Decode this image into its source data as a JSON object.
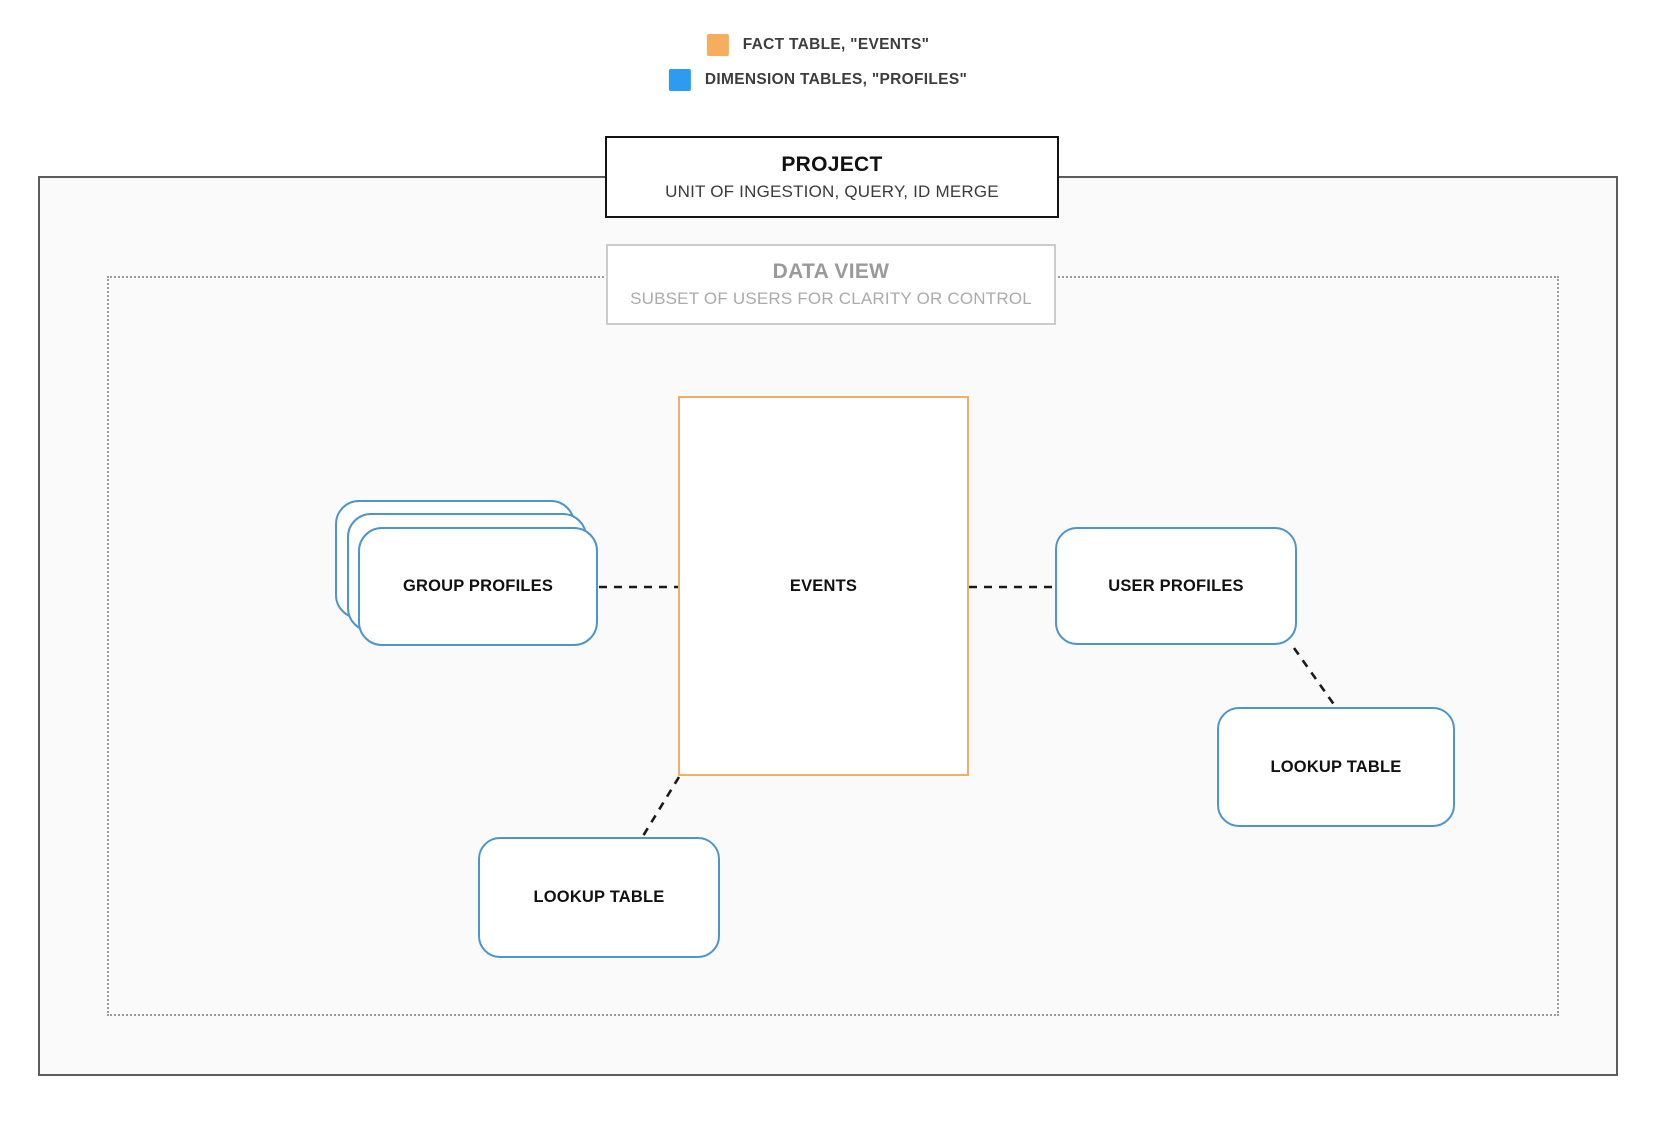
{
  "legend": {
    "items": [
      {
        "label": "FACT TABLE, \"EVENTS\"",
        "color": "#f6ae5e",
        "meaning": "fact-table"
      },
      {
        "label": "DIMENSION TABLES, \"PROFILES\"",
        "color": "#2d9bf0",
        "meaning": "dimension-tables"
      }
    ]
  },
  "project": {
    "title": "PROJECT",
    "subtitle": "UNIT OF INGESTION, QUERY, ID MERGE"
  },
  "data_view": {
    "title": "DATA VIEW",
    "subtitle": "SUBSET OF USERS FOR CLARITY OR CONTROL"
  },
  "nodes": {
    "events": {
      "label": "EVENTS",
      "type": "fact-table"
    },
    "group_profiles": {
      "label": "GROUP PROFILES",
      "type": "dimension-table-stack"
    },
    "user_profiles": {
      "label": "USER PROFILES",
      "type": "dimension-table"
    },
    "lookup_table_right": {
      "label": "LOOKUP TABLE",
      "type": "dimension-table"
    },
    "lookup_table_bottom": {
      "label": "LOOKUP TABLE",
      "type": "dimension-table"
    }
  },
  "connections": [
    {
      "from": "group_profiles",
      "to": "events",
      "style": "dashed"
    },
    {
      "from": "events",
      "to": "user_profiles",
      "style": "dashed"
    },
    {
      "from": "user_profiles",
      "to": "lookup_table_right",
      "style": "dashed"
    },
    {
      "from": "events",
      "to": "lookup_table_bottom",
      "style": "dashed"
    }
  ],
  "colors": {
    "fact_orange": "#f6ae5e",
    "fact_border": "#edb06a",
    "dimension_blue": "#2d9bf0",
    "dimension_border": "#4e94cf",
    "outer_border": "#5c5c5c",
    "dotted_border": "#9b9b9b",
    "connector": "#1a1a1a"
  }
}
